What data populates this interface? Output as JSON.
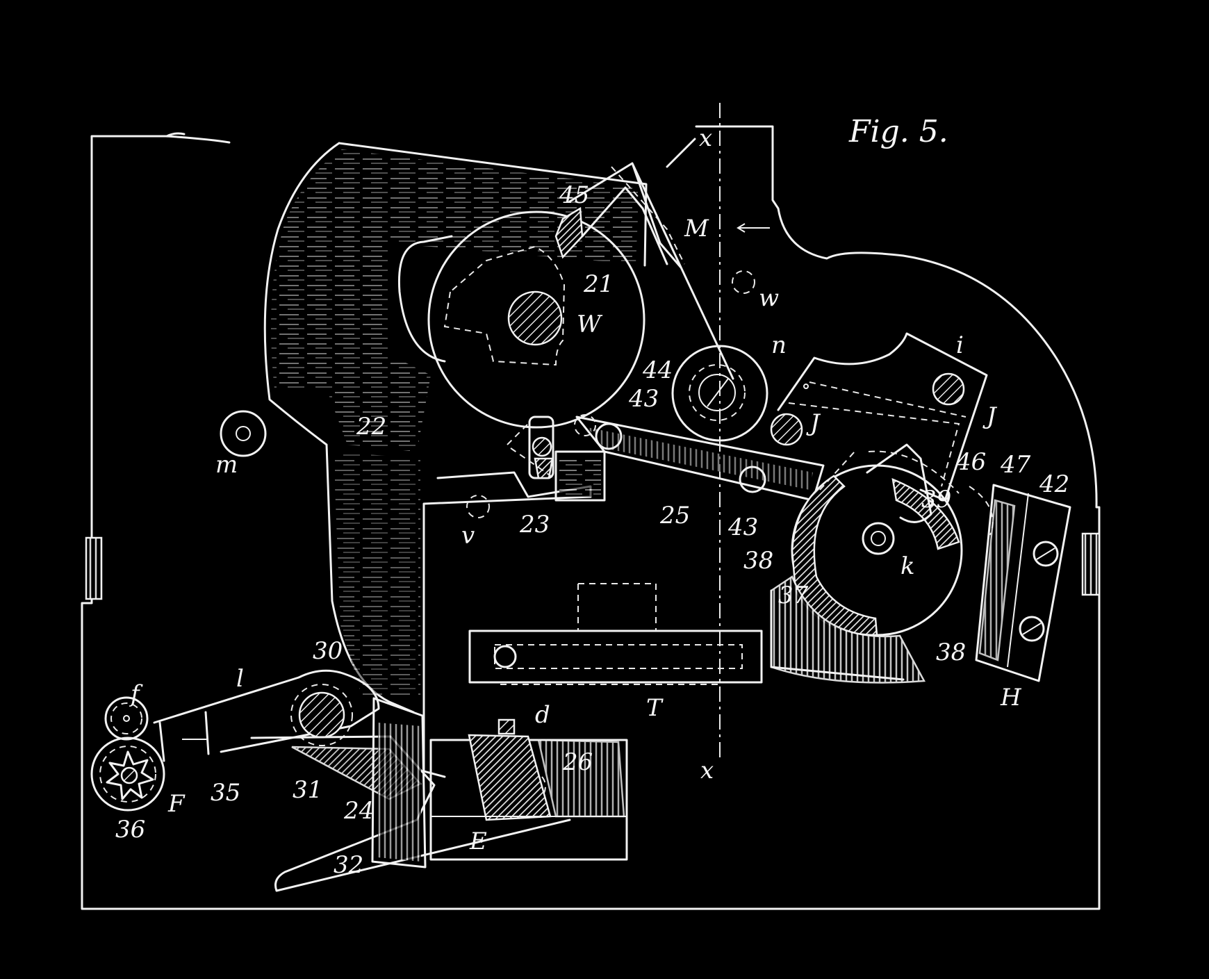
{
  "figure": {
    "title": "Fig. 5.",
    "colors": {
      "background": "#000000",
      "ink": "#f2f2f2"
    }
  },
  "labels": {
    "x_top": "x",
    "x_bottom": "x",
    "M": "M",
    "w": "w",
    "n": "n",
    "i": "i",
    "J_1": "J",
    "J_2": "J",
    "n45": "45",
    "n21": "21",
    "W": "W",
    "n44": "44",
    "n43_a": "43",
    "n43_b": "43",
    "n22": "22",
    "m": "m",
    "v": "v",
    "n23": "23",
    "n25": "25",
    "n46": "46",
    "n47": "47",
    "n42": "42",
    "n39": "39",
    "n38_a": "38",
    "n38_b": "38",
    "k": "k",
    "n37": "37",
    "H": "H",
    "T": "T",
    "f": "f",
    "l": "l",
    "n30": "30",
    "d": "d",
    "n26": "26",
    "n35": "35",
    "n31": "31",
    "n24": "24",
    "F": "F",
    "n36": "36",
    "n32": "32",
    "E": "E"
  }
}
